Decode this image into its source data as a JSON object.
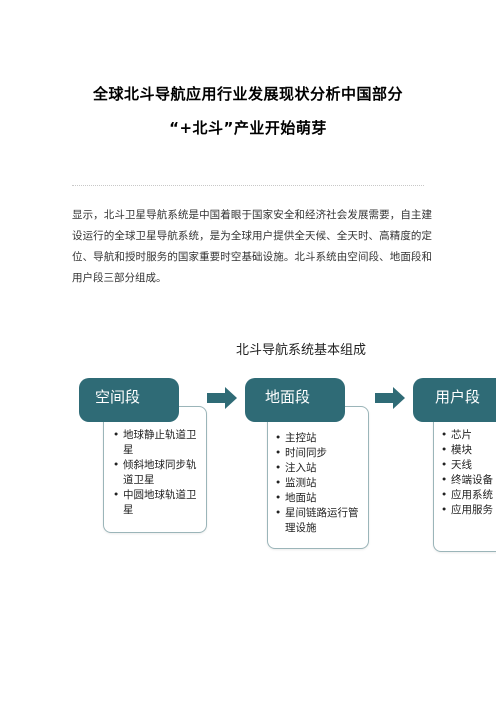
{
  "document": {
    "title_line1": "全球北斗导航应用行业发展现状分析中国部分",
    "title_line2": "“+北斗”产业开始萌芽",
    "paragraph": "显示，北斗卫星导航系统是中国着眼于国家安全和经济社会发展需要，自主建设运行的全球卫星导航系统，是为全球用户提供全天候、全天时、高精度的定位、导航和授时服务的国家重要时空基础设施。北斗系统由空间段、地面段和用户段三部分组成。"
  },
  "diagram": {
    "title": "北斗导航系统基本组成",
    "colors": {
      "header": "#2f6b76",
      "arrow": "#2f6b76",
      "border": "#9bb5b9"
    },
    "segments": [
      {
        "name": "空间段",
        "items": [
          "地球静止轨道卫星",
          "倾斜地球同步轨道卫星",
          "中圆地球轨道卫星"
        ]
      },
      {
        "name": "地面段",
        "items": [
          "主控站",
          "时间同步",
          "注入站",
          "监测站",
          "地面站",
          "星间链路运行管理设施"
        ]
      },
      {
        "name": "用户段",
        "items": [
          "芯片",
          "模块",
          "天线",
          "终端设备",
          "应用系统",
          "应用服务"
        ]
      }
    ]
  }
}
